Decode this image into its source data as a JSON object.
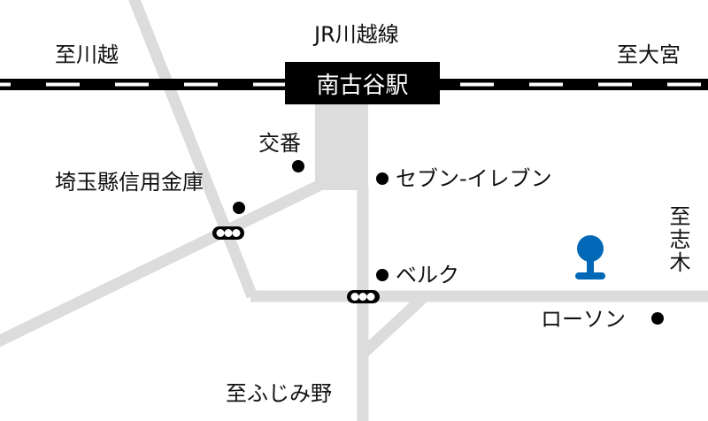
{
  "railway": {
    "name": "JR川越線",
    "station": "南古谷駅",
    "to_west": "至川越",
    "to_east": "至大宮"
  },
  "landmarks": {
    "koban": "交番",
    "bank": "埼玉縣信用金庫",
    "seven_eleven": "セブン-イレブン",
    "belc": "ベルク",
    "lawson": "ローソン"
  },
  "directions": {
    "shiki": "至志木",
    "fujimino": "至ふじみ野"
  },
  "colors": {
    "road": "#dcdcdc",
    "rail": "#000000",
    "pin": "#0068b7"
  }
}
